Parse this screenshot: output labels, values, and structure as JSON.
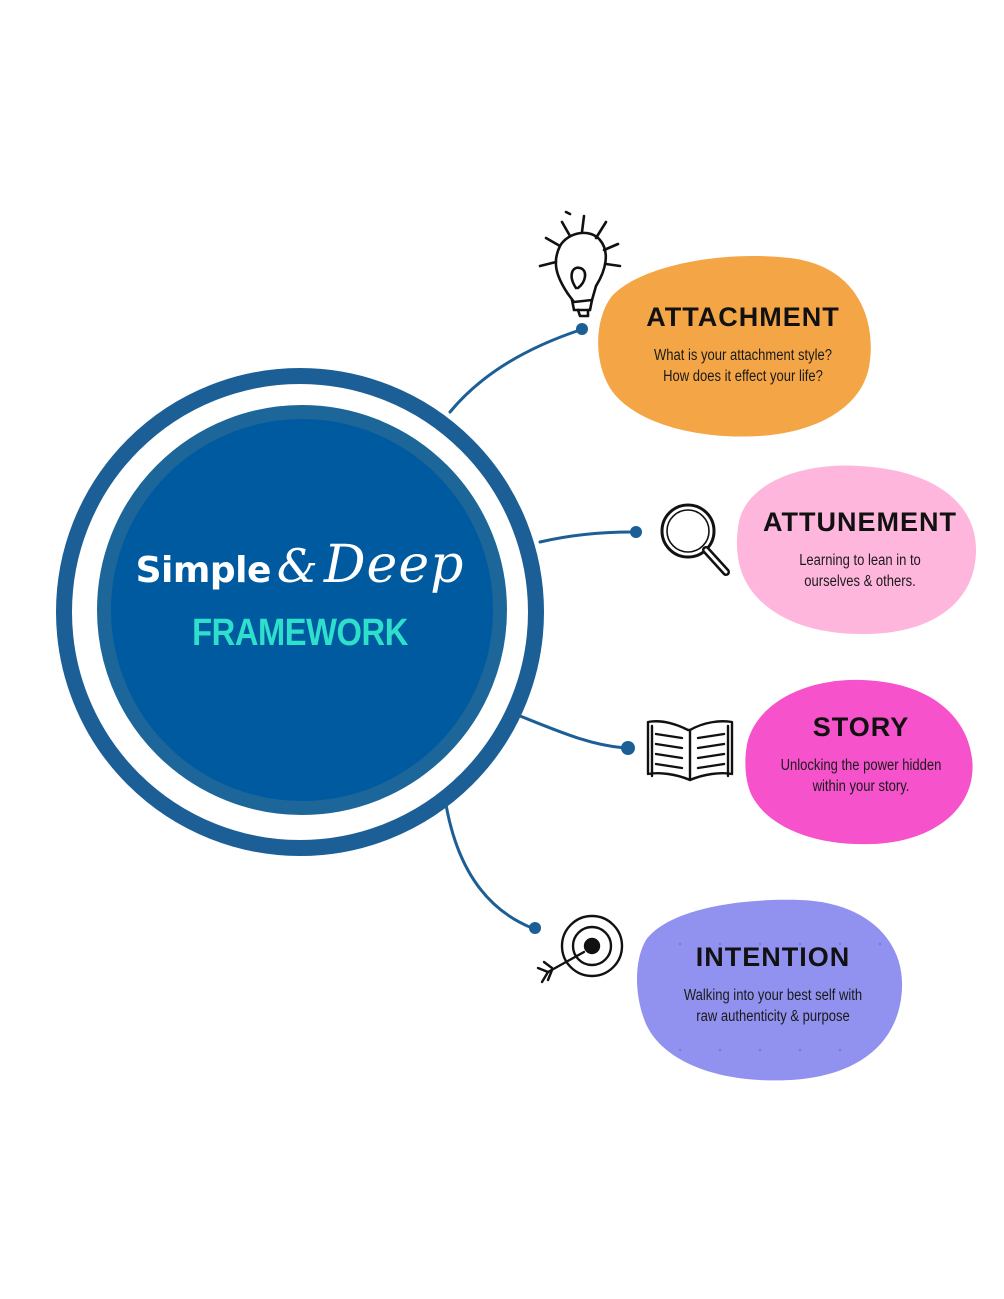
{
  "hub": {
    "word1": "Simple",
    "amp": "&",
    "word2": "Deep",
    "word3": "FRAMEWORK",
    "colors": {
      "outer_ring": "#1c5f96",
      "core": "#005aa0",
      "accent": "#2ee0cc"
    }
  },
  "nodes": [
    {
      "title": "ATTACHMENT",
      "description": "What is your attachment style?\nHow does it effect your life?",
      "color": "#f4a646",
      "icon": "lightbulb-icon"
    },
    {
      "title": "ATTUNEMENT",
      "description": "Learning to lean in to\nourselves & others.",
      "color": "#ffb6dc",
      "icon": "magnifier-icon"
    },
    {
      "title": "STORY",
      "description": "Unlocking the power hidden\nwithin your story.",
      "color": "#f552cc",
      "icon": "open-book-icon"
    },
    {
      "title": "INTENTION",
      "description": "Walking into your best self with\nraw authenticity & purpose",
      "color": "#9191ef",
      "icon": "target-arrow-icon"
    }
  ]
}
